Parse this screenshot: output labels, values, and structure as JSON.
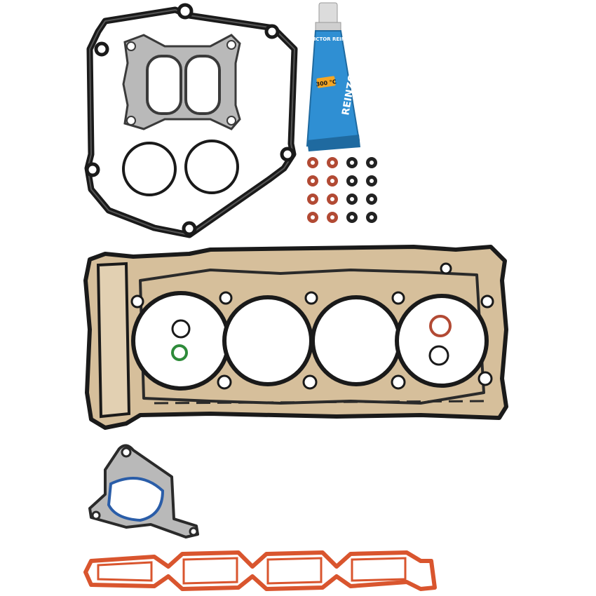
{
  "tube": {
    "brand_label": "VICTOR REINZ",
    "product_label": "REINZOSIL",
    "temp_label": "300 °C",
    "body_color": "#2f8fd3",
    "cap_color": "#dcdcdc"
  },
  "palette": {
    "background": "#ffffff",
    "gasket_outline": "#1a1a1a",
    "head_gasket_fill": "#d6bf9b",
    "metal_fill": "#b9b9b9",
    "manifold_gasket": "#d9552e",
    "seal_red": "#b24a34",
    "seal_black": "#222222",
    "oring_green": "#2e8b3a"
  },
  "parts": {
    "valve_stem_seals": {
      "rows": 4,
      "columns": 4,
      "red_columns": 2
    },
    "head_gasket_cylinders": 4,
    "large_orings": 2
  }
}
